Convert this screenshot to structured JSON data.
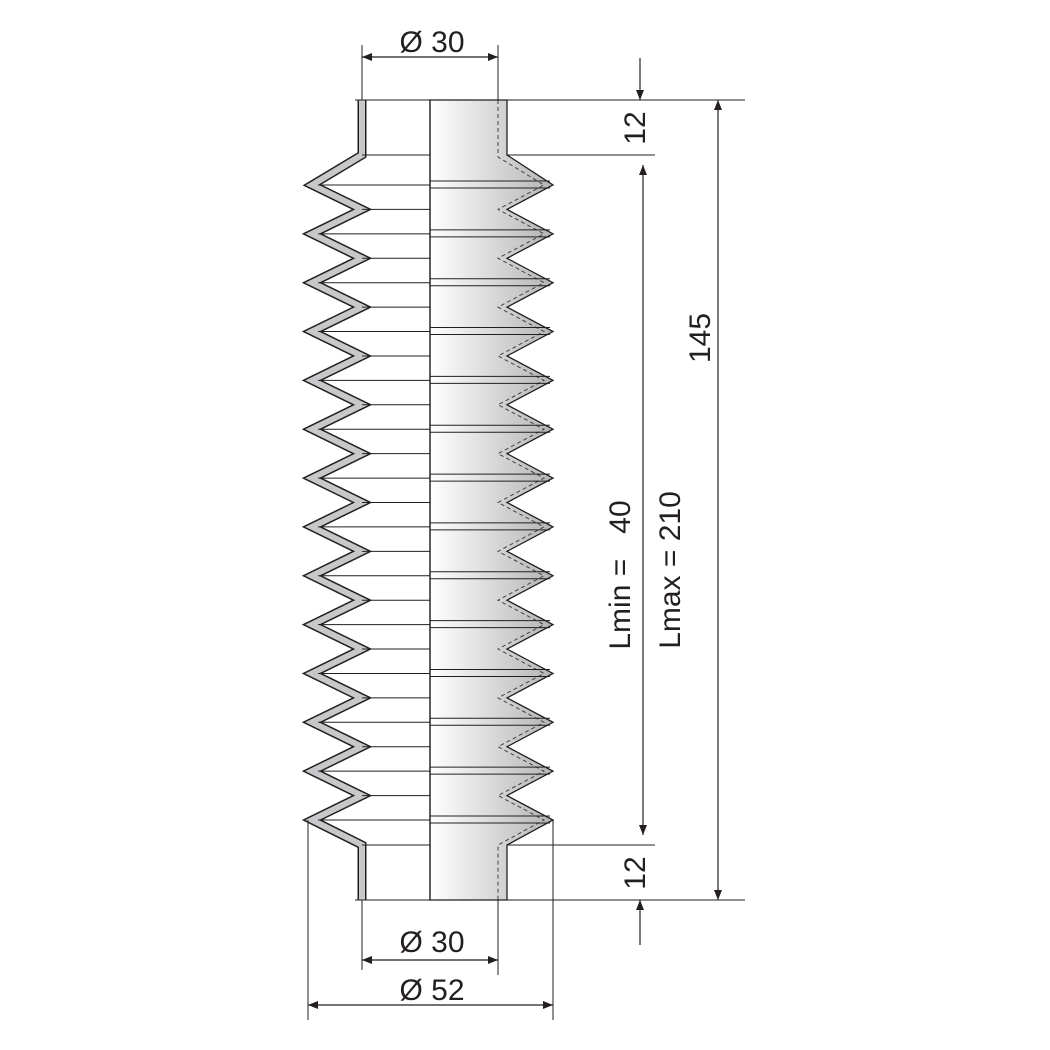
{
  "dimensions": {
    "top_diameter": "Ø 30",
    "bottom_inner_diameter": "Ø 30",
    "bottom_outer_diameter": "Ø 52",
    "top_collar_length": "12",
    "bottom_collar_length": "12",
    "total_length": "145",
    "lmin": "Lmin =   40",
    "lmax": "Lmax = 210"
  },
  "folds": 14,
  "colors": {
    "line": "#231f20",
    "fill": "#c8c8ca",
    "shade_light": "#ffffff",
    "shade_dark": "#b4b4b6"
  }
}
